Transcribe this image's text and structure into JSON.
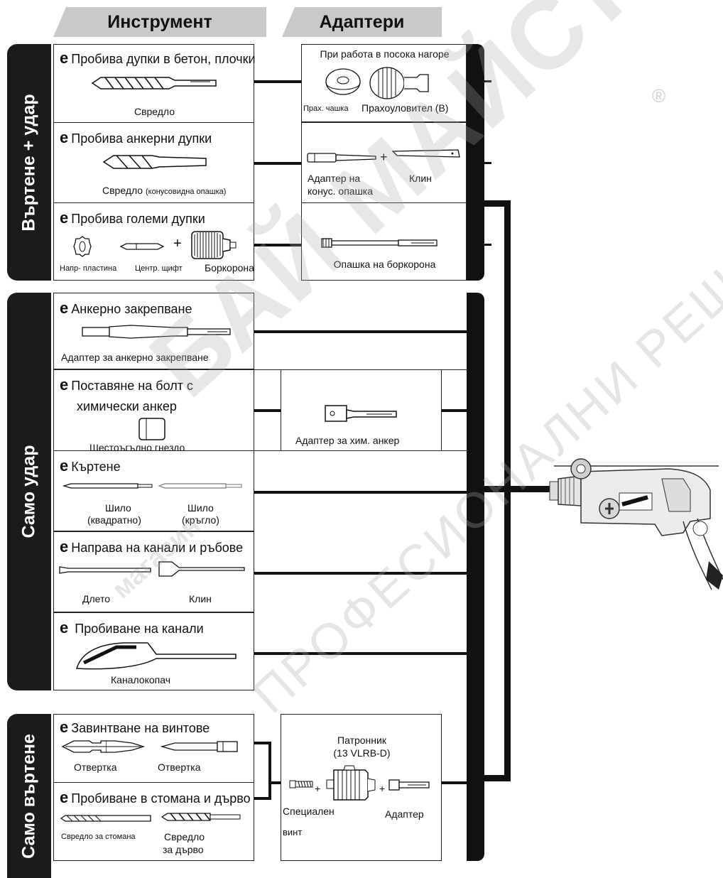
{
  "header": {
    "tool": "Инструмент",
    "adapters": "Адаптери"
  },
  "side": {
    "rot_impact": "Въртене + удар",
    "impact_only": "Само удар",
    "rot_only": "Само въртене"
  },
  "bullet": "e",
  "tools": {
    "t1": {
      "title": "Пробива дупки в бетон, плочки",
      "cap": "Свредло"
    },
    "t2": {
      "title": "Пробива анкерни дупки",
      "cap": "Свредло",
      "cap_small": "(конусовидна опашка)"
    },
    "t3": {
      "title": "Пробива големи дупки",
      "cap_a": "Напр- пластина",
      "cap_b": "Центр. щифт",
      "plus": "+",
      "cap_c": "Боркорона"
    },
    "t4": {
      "title": "Анкерно закрепване",
      "cap": "Адаптер за анкерно закрепване"
    },
    "t5": {
      "title_1": "Поставяне на болт с",
      "title_2": "химически анкер",
      "cap": "Шестоъгълно гнездо"
    },
    "t6": {
      "title": "Къртене",
      "cap_a_1": "Шило",
      "cap_a_2": "(квадратно)",
      "cap_b_1": "Шило",
      "cap_b_2": "(кръгло)"
    },
    "t7": {
      "title": "Направа на канали и ръбове",
      "cap_a": "Длето",
      "cap_b": "Клин"
    },
    "t8": {
      "title": "Пробиване на канали",
      "cap": "Каналокопач"
    },
    "t9": {
      "title": "Завинтване на винтове",
      "cap_a": "Отвертка",
      "cap_b": "Отвертка"
    },
    "t10": {
      "title": "Пробиване в стомана и дърво",
      "cap_a": "Свредло за стомана",
      "cap_b_1": "Свредло",
      "cap_b_2": "за дърво"
    }
  },
  "adapters": {
    "a1": {
      "title": "При работа в посока нагоре",
      "cap_a": "Прах. чашка",
      "cap_b": "Прахоуловител (B)"
    },
    "a2": {
      "cap_a_1": "Адаптер на",
      "cap_a_2": "конус. опашка",
      "plus": "+",
      "cap_b": "Клин"
    },
    "a3": {
      "cap": "Опашка на боркорона"
    },
    "a4": {
      "cap": "Адаптер за хим. анкер"
    },
    "a5": {
      "title_1": "Патронник",
      "title_2": "(13 VLRB-D)",
      "cap_a_1": "Специален",
      "cap_a_2": "винт",
      "plus": "+",
      "cap_b": "Адаптер"
    }
  },
  "watermark": {
    "brand": "БАЙ МАЙСТОРА",
    "slogan": "ПРОФЕСИОНАЛНИ РЕШЕНИЯ",
    "prefix": "магазин",
    "registered": "®"
  },
  "colors": {
    "panel": "#1b1b1b",
    "header": "#c9c9c9",
    "watermark": "#cccccc"
  }
}
